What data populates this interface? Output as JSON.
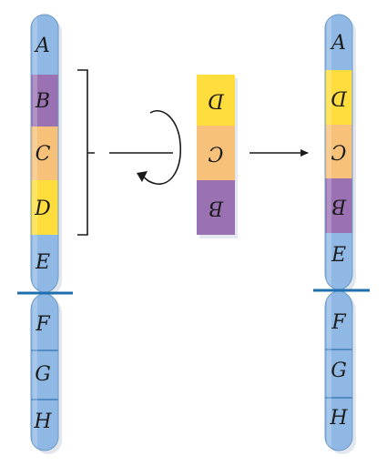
{
  "diagram": {
    "left_chromosome": {
      "upper_arm": [
        {
          "label": "A",
          "color": "#8FB8E4"
        },
        {
          "label": "B",
          "color": "#9A72B3"
        },
        {
          "label": "C",
          "color": "#F7C17A"
        },
        {
          "label": "D",
          "color": "#FFDD3C"
        },
        {
          "label": "E",
          "color": "#8FB8E4"
        }
      ],
      "lower_arm": [
        {
          "label": "F",
          "color": "#8FB8E4"
        },
        {
          "label": "G",
          "color": "#8FB8E4"
        },
        {
          "label": "H",
          "color": "#8FB8E4"
        }
      ]
    },
    "inverted_segment": [
      {
        "label": "D",
        "color": "#FFDD3C"
      },
      {
        "label": "C",
        "color": "#F7C17A"
      },
      {
        "label": "B",
        "color": "#9A72B3"
      }
    ],
    "right_chromosome": {
      "upper_arm": [
        {
          "label": "A",
          "color": "#8FB8E4"
        },
        {
          "label": "D",
          "color": "#FFDD3C",
          "inverted": true
        },
        {
          "label": "C",
          "color": "#F7C17A",
          "inverted": true
        },
        {
          "label": "B",
          "color": "#9A72B3",
          "inverted": true
        },
        {
          "label": "E",
          "color": "#8FB8E4"
        }
      ],
      "lower_arm": [
        {
          "label": "F",
          "color": "#8FB8E4"
        },
        {
          "label": "G",
          "color": "#8FB8E4"
        },
        {
          "label": "H",
          "color": "#8FB8E4"
        }
      ]
    },
    "centromere_color": "#1F6FAE",
    "arrow_color": "#1a1a1a",
    "chromosome_base": "#8FB8E4"
  }
}
